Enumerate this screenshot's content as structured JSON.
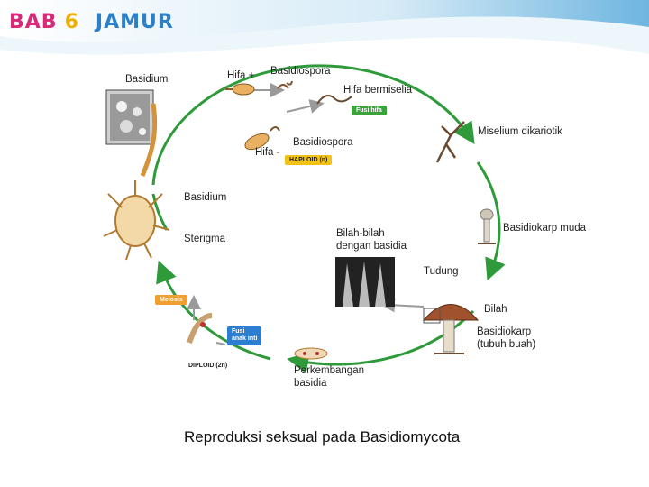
{
  "header": {
    "title_part1": "BAB",
    "title_number": "6",
    "title_part2": "JAMUR"
  },
  "diagram": {
    "labels": {
      "basidium_top": "Basidium",
      "hifa_plus": "Hifa +",
      "basidiospora_top": "Basidiospora",
      "hifa_bermiselia": "Hifa bermiselia",
      "miselium_dikariotik": "Miselium dikariotik",
      "basidiospora_mid": "Basidiospora",
      "hifa_minus": "Hifa -",
      "basidium_mid": "Basidium",
      "sterigma": "Sterigma",
      "bilah_bilah": "Bilah-bilah",
      "dengan_basidia": "dengan basidia",
      "basidiokarp_muda": "Basidiokarp muda",
      "tudung": "Tudung",
      "bilah": "Bilah",
      "basidiokarp": "Basidiokarp",
      "tubuh_buah": "(tubuh buah)",
      "perkembangan": "Perkembangan",
      "basidia": "basidia"
    },
    "tags": {
      "fusi_hifa": "Fusi hifa",
      "haploid": "HAPLOID (n)",
      "meiosis": "Meiosis",
      "fusi_anak_inti_1": "Fusi",
      "fusi_anak_inti_2": "anak inti",
      "diploid": "DIPLOID (2n)"
    },
    "colors": {
      "cycle_arrow": "#2e9a3a",
      "fusi_tag": "#3aa43a",
      "haploid_tag": "#f2c316",
      "meiosis_tag": "#f0a030",
      "fusi_inti_tag": "#2c7fd0"
    }
  },
  "caption": "Reproduksi seksual  pada Basidiomycota"
}
